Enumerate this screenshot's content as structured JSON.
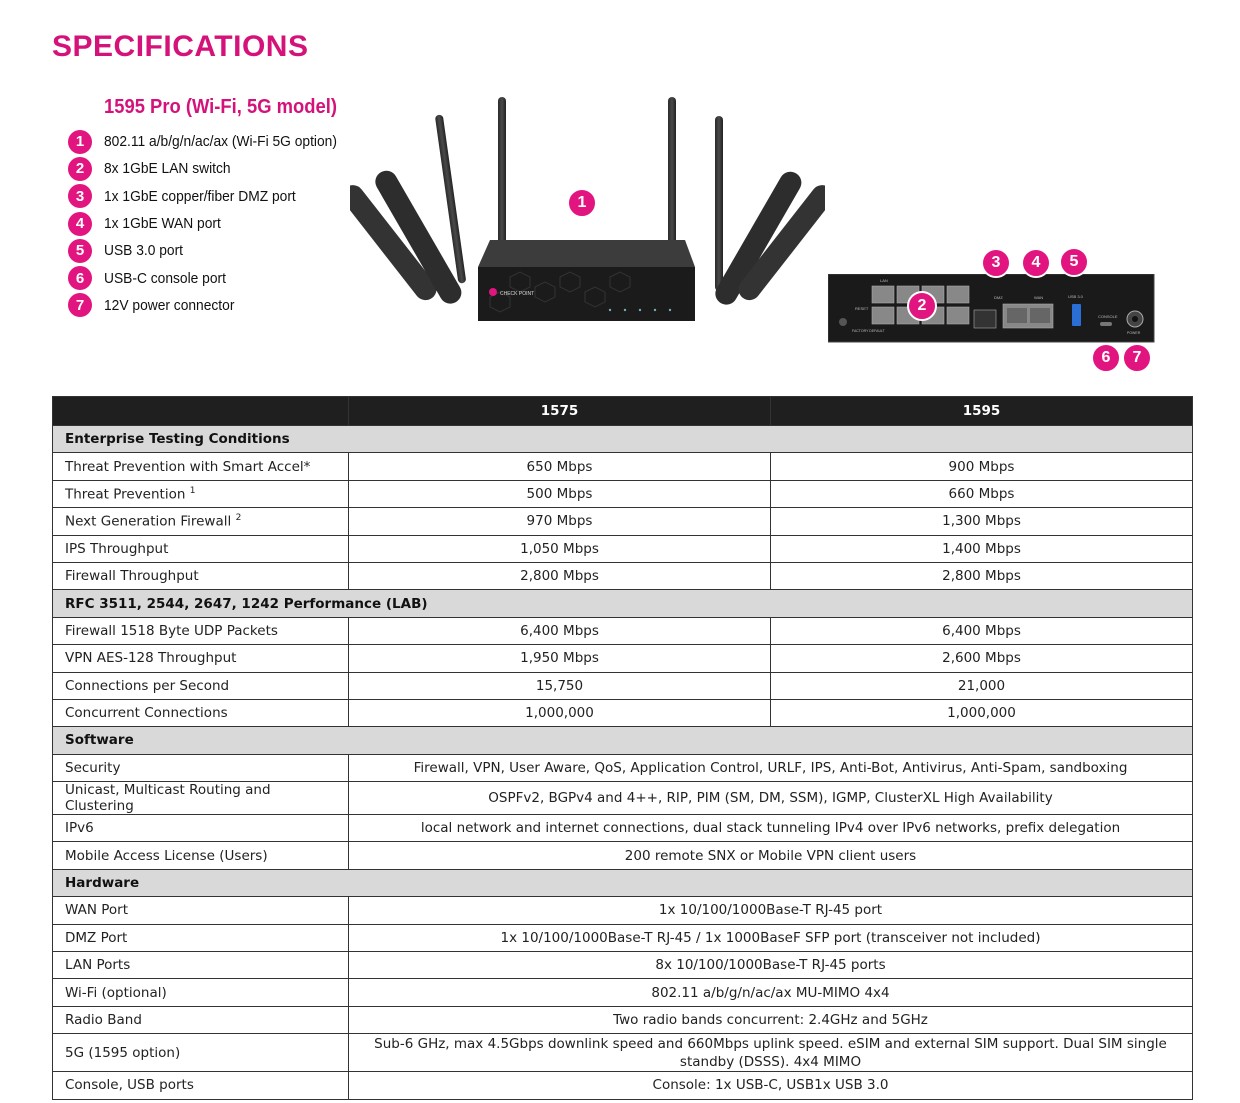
{
  "page_title": "SPECIFICATIONS",
  "model_title": "1595 Pro (Wi-Fi, 5G model)",
  "features": [
    {
      "num": "1",
      "text": "802.11 a/b/g/n/ac/ax (Wi-Fi 5G option)"
    },
    {
      "num": "2",
      "text": "8x 1GbE LAN switch"
    },
    {
      "num": "3",
      "text": "1x 1GbE copper/fiber DMZ port"
    },
    {
      "num": "4",
      "text": "1x 1GbE WAN port"
    },
    {
      "num": "5",
      "text": "USB 3.0 port"
    },
    {
      "num": "6",
      "text": "USB-C console port"
    },
    {
      "num": "7",
      "text": "12V power connector"
    }
  ],
  "device_labels": {
    "brand": "CHECK POINT",
    "panel_ports": "LAN",
    "panel_reset": "RESET",
    "panel_factory": "FACTORY DEFAULT",
    "panel_dmz": "DMZ",
    "panel_wan": "WAN",
    "panel_usb": "USB 3.0",
    "panel_console": "CONSOLE",
    "panel_power": "POWER"
  },
  "table": {
    "header": [
      "",
      "1575",
      "1595"
    ],
    "sections": [
      {
        "title": "Enterprise Testing Conditions",
        "rows": [
          {
            "label": "Threat Prevention with Smart Accel*",
            "sup": "",
            "v1575": "650 Mbps",
            "v1595": "900 Mbps"
          },
          {
            "label": "Threat Prevention",
            "sup": "1",
            "v1575": "500 Mbps",
            "v1595": "660 Mbps"
          },
          {
            "label": "Next Generation Firewall",
            "sup": "2",
            "v1575": "970 Mbps",
            "v1595": "1,300 Mbps"
          },
          {
            "label": "IPS Throughput",
            "sup": "",
            "v1575": "1,050 Mbps",
            "v1595": "1,400 Mbps"
          },
          {
            "label": "Firewall Throughput",
            "sup": "",
            "v1575": "2,800 Mbps",
            "v1595": "2,800 Mbps"
          }
        ]
      },
      {
        "title": "RFC 3511, 2544, 2647, 1242 Performance (LAB)",
        "rows": [
          {
            "label": "Firewall 1518 Byte UDP Packets",
            "v1575": "6,400 Mbps",
            "v1595": "6,400 Mbps"
          },
          {
            "label": "VPN AES-128 Throughput",
            "v1575": "1,950 Mbps",
            "v1595": "2,600 Mbps"
          },
          {
            "label": "Connections per Second",
            "v1575": "15,750",
            "v1595": "21,000"
          },
          {
            "label": "Concurrent Connections",
            "v1575": "1,000,000",
            "v1595": "1,000,000"
          }
        ]
      },
      {
        "title": "Software",
        "rows": [
          {
            "label": "Security",
            "value": "Firewall, VPN, User Aware, QoS, Application Control, URLF, IPS, Anti-Bot, Antivirus, Anti-Spam, sandboxing"
          },
          {
            "label": "Unicast, Multicast Routing and Clustering",
            "value": "OSPFv2, BGPv4 and 4++, RIP, PIM (SM, DM, SSM), IGMP, ClusterXL High Availability"
          },
          {
            "label": "IPv6",
            "value": "local network and internet connections, dual stack tunneling IPv4 over IPv6 networks, prefix delegation"
          },
          {
            "label": "Mobile Access License (Users)",
            "value": "200 remote SNX or Mobile VPN client users"
          }
        ]
      },
      {
        "title": "Hardware",
        "rows": [
          {
            "label": "WAN Port",
            "value": "1x 10/100/1000Base-T RJ-45 port"
          },
          {
            "label": "DMZ Port",
            "value": "1x 10/100/1000Base-T RJ-45 / 1x 1000BaseF SFP port (transceiver not included)"
          },
          {
            "label": "LAN Ports",
            "value": "8x 10/100/1000Base-T RJ-45 ports"
          },
          {
            "label": "Wi-Fi (optional)",
            "value": "802.11 a/b/g/n/ac/ax   MU-MIMO 4x4"
          },
          {
            "label": "Radio Band",
            "value": "Two radio bands concurrent: 2.4GHz and 5GHz"
          },
          {
            "label": "5G (1595 option)",
            "value": "Sub-6 GHz, max 4.5Gbps downlink speed and 660Mbps uplink speed. eSIM and external SIM support. Dual SIM single standby (DSSS). 4x4 MIMO"
          },
          {
            "label": "Console, USB ports",
            "value": "Console: 1x USB-C, USB1x USB 3.0"
          }
        ]
      }
    ]
  }
}
